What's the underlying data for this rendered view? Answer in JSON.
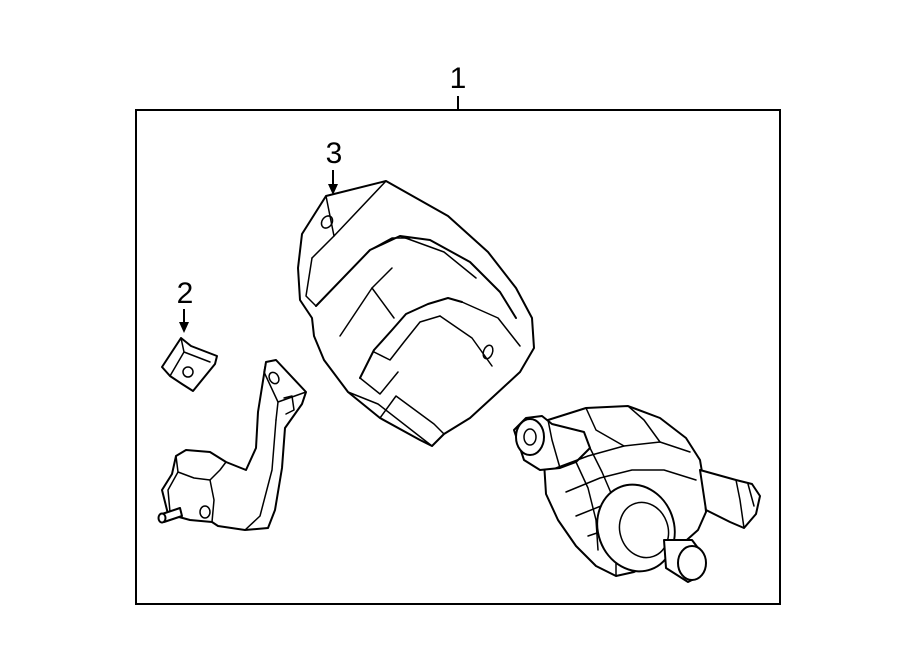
{
  "callouts": {
    "assembly": "1",
    "bracket_small": "2",
    "cover": "3"
  }
}
